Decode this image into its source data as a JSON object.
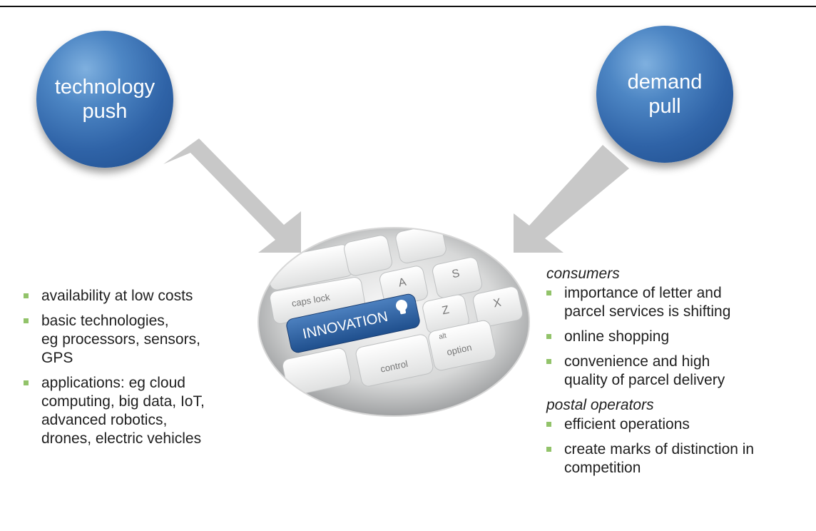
{
  "circles": {
    "left": {
      "line1": "technology",
      "line2": "push"
    },
    "right": {
      "line1": "demand",
      "line2": "pull"
    }
  },
  "keyboard": {
    "innovation_label": "INNOVATION",
    "keys": [
      "caps lock",
      "A",
      "S",
      "Z",
      "X",
      "control",
      "option",
      "alt"
    ]
  },
  "left_list": [
    [
      "availability at low costs"
    ],
    [
      "basic technologies,",
      "eg processors, sensors,",
      "GPS"
    ],
    [
      "applications: eg cloud",
      "computing, big data, IoT,",
      "advanced robotics,",
      "drones, electric vehicles"
    ]
  ],
  "right_groups": [
    {
      "title": "consumers",
      "items": [
        [
          "importance of letter and",
          "parcel services is shifting"
        ],
        [
          "online shopping"
        ],
        [
          "convenience and high",
          "quality of parcel delivery"
        ]
      ]
    },
    {
      "title": "postal operators",
      "items": [
        [
          "efficient operations"
        ],
        [
          "create marks of distinction in",
          "competition"
        ]
      ]
    }
  ],
  "colors": {
    "circle_blue": "#2f63a7",
    "arrow_gray": "#c8c8c8",
    "bullet_green": "#92c36a",
    "text": "#1f1f1f"
  }
}
